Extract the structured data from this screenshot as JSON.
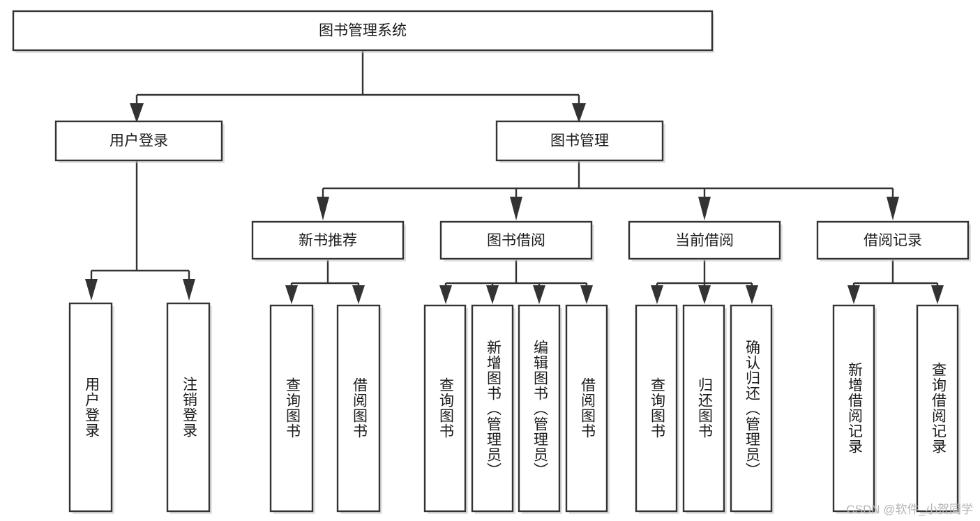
{
  "diagram": {
    "title": "图书管理系统",
    "type": "tree-hierarchy-diagram",
    "accent_colors": {
      "box_stroke": "#333333",
      "box_fill": "#ffffff",
      "connector": "#333333",
      "watermark": "#b4b4b4",
      "background": "#ffffff"
    },
    "root": {
      "label": "图书管理系统"
    },
    "level1": [
      {
        "id": "user-login",
        "label": "用户登录"
      },
      {
        "id": "book-management",
        "label": "图书管理"
      }
    ],
    "level2": [
      {
        "id": "new-book-recommend",
        "label": "新书推荐",
        "parent": "book-management"
      },
      {
        "id": "book-borrow",
        "label": "图书借阅",
        "parent": "book-management"
      },
      {
        "id": "current-borrow",
        "label": "当前借阅",
        "parent": "book-management"
      },
      {
        "id": "borrow-record",
        "label": "借阅记录",
        "parent": "book-management"
      }
    ],
    "leaves": {
      "user-login": [
        {
          "id": "leaf-user-login",
          "label": "用户登录"
        },
        {
          "id": "leaf-logout-login",
          "label": "注销登录"
        }
      ],
      "new-book-recommend": [
        {
          "id": "leaf-query-book-1",
          "label": "查询图书"
        },
        {
          "id": "leaf-borrow-book-1",
          "label": "借阅图书"
        }
      ],
      "book-borrow": [
        {
          "id": "leaf-query-book-2",
          "label": "查询图书"
        },
        {
          "id": "leaf-add-book",
          "label": "新增图书（管理员）"
        },
        {
          "id": "leaf-edit-book",
          "label": "编辑图书（管理员）"
        },
        {
          "id": "leaf-borrow-book-2",
          "label": "借阅图书"
        }
      ],
      "current-borrow": [
        {
          "id": "leaf-query-book-3",
          "label": "查询图书"
        },
        {
          "id": "leaf-return-book",
          "label": "归还图书"
        },
        {
          "id": "leaf-confirm-return",
          "label": "确认归还（管理员）"
        }
      ],
      "borrow-record": [
        {
          "id": "leaf-add-borrow-record",
          "label": "新增借阅记录"
        },
        {
          "id": "leaf-query-borrow-record",
          "label": "查询借阅记录"
        }
      ]
    },
    "watermark": "CSDN @软件_小贺同学"
  }
}
